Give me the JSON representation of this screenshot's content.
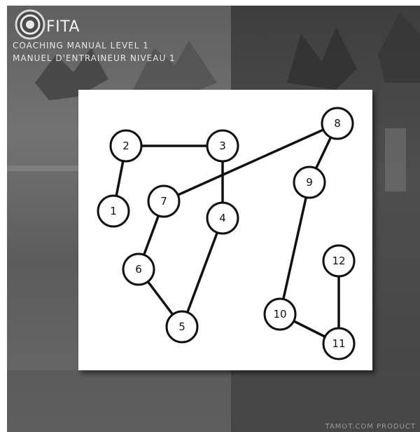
{
  "header": {
    "brand": "FITA",
    "subtitle_line1": "Coaching Manual Level 1",
    "subtitle_line2": "Manuel d'Entraineur Niveau 1"
  },
  "footer": {
    "credit": "TAMOT.COM PRODUCT"
  },
  "diagram": {
    "nodes": [
      {
        "id": "1",
        "label": "1"
      },
      {
        "id": "2",
        "label": "2"
      },
      {
        "id": "3",
        "label": "3"
      },
      {
        "id": "4",
        "label": "4"
      },
      {
        "id": "5",
        "label": "5"
      },
      {
        "id": "6",
        "label": "6"
      },
      {
        "id": "7",
        "label": "7"
      },
      {
        "id": "8",
        "label": "8"
      },
      {
        "id": "9",
        "label": "9"
      },
      {
        "id": "10",
        "label": "10"
      },
      {
        "id": "11",
        "label": "11"
      },
      {
        "id": "12",
        "label": "12"
      }
    ],
    "edges": [
      [
        "1",
        "2"
      ],
      [
        "2",
        "3"
      ],
      [
        "3",
        "4"
      ],
      [
        "4",
        "5"
      ],
      [
        "5",
        "6"
      ],
      [
        "6",
        "7"
      ],
      [
        "7",
        "8"
      ],
      [
        "8",
        "9"
      ],
      [
        "9",
        "10"
      ],
      [
        "10",
        "11"
      ],
      [
        "11",
        "12"
      ]
    ]
  },
  "colors": {
    "panel": "#ffffff",
    "stroke": "#111111",
    "node_fill": "#ffffff"
  }
}
